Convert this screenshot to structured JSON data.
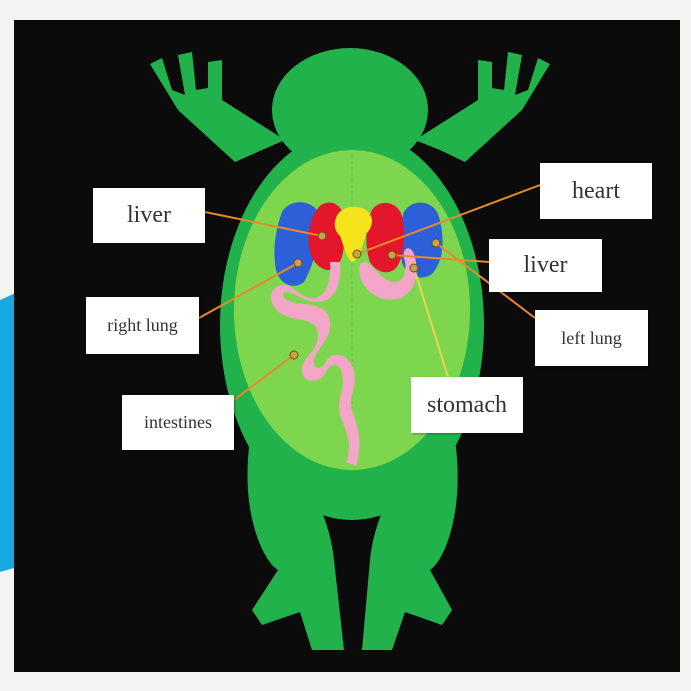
{
  "labels": {
    "liver_left": "liver",
    "heart": "heart",
    "liver_right": "liver",
    "right_lung": "right lung",
    "left_lung": "left lung",
    "intestines": "intestines",
    "stomach": "stomach"
  },
  "colors": {
    "board": "#0b0b0b",
    "frog_body": "#22b24c",
    "belly_oval": "#7ed64f",
    "liver": "#e3162b",
    "heart": "#f6e31b",
    "lungs": "#2c5fd8",
    "intestines_stomach": "#f4a6c8",
    "string": "#e88a2a",
    "stomach_string": "#f0d44a",
    "blue_paper": "#1aa8e0"
  }
}
